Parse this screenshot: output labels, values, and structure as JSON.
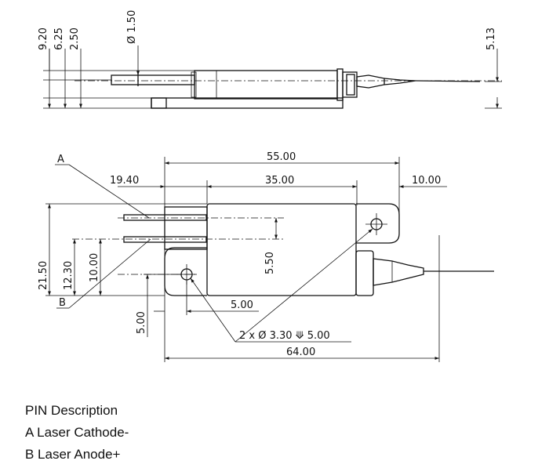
{
  "side_view": {
    "dims": {
      "d920": "9.20",
      "d625": "6.25",
      "d250": "2.50",
      "pin_dia": "Ø 1.50",
      "d513": "5.13"
    }
  },
  "top_view": {
    "dims": {
      "d5500": "55.00",
      "d1940": "19.40",
      "d3500": "35.00",
      "d1000r": "10.00",
      "d2150": "21.50",
      "d1230": "12.30",
      "d1000": "10.00",
      "d550": "5.50",
      "d500h": "5.00",
      "d500v": "5.00",
      "holes": "2 x Ø 3.30 ⟱ 5.00",
      "d6400": "64.00"
    },
    "callouts": {
      "a": "A",
      "b": "B"
    }
  },
  "pin_description": {
    "title": "PIN Description",
    "a": "A Laser Cathode-",
    "b": "B Laser Anode+"
  }
}
